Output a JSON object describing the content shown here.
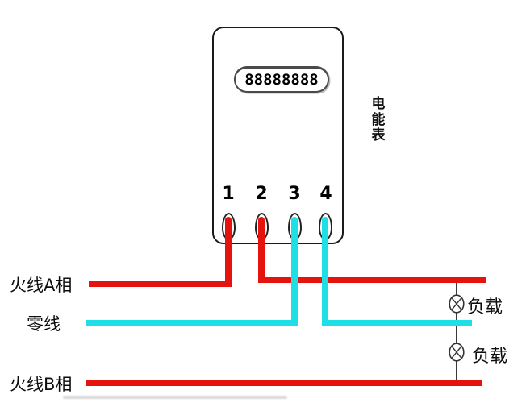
{
  "meter": {
    "display_value": "88888888",
    "name_label": "电能表",
    "terminals": [
      "1",
      "2",
      "3",
      "4"
    ]
  },
  "wire_labels": {
    "live_a": "火线A相",
    "neutral": "零线",
    "live_b": "火线B相"
  },
  "loads": [
    {
      "label": "负载"
    },
    {
      "label": "负载"
    }
  ],
  "colors": {
    "live_wire": "#e5120e",
    "neutral_wire": "#1fdfe6",
    "outline": "#1a1a1a",
    "thin_conductor": "#3a3a3a"
  }
}
